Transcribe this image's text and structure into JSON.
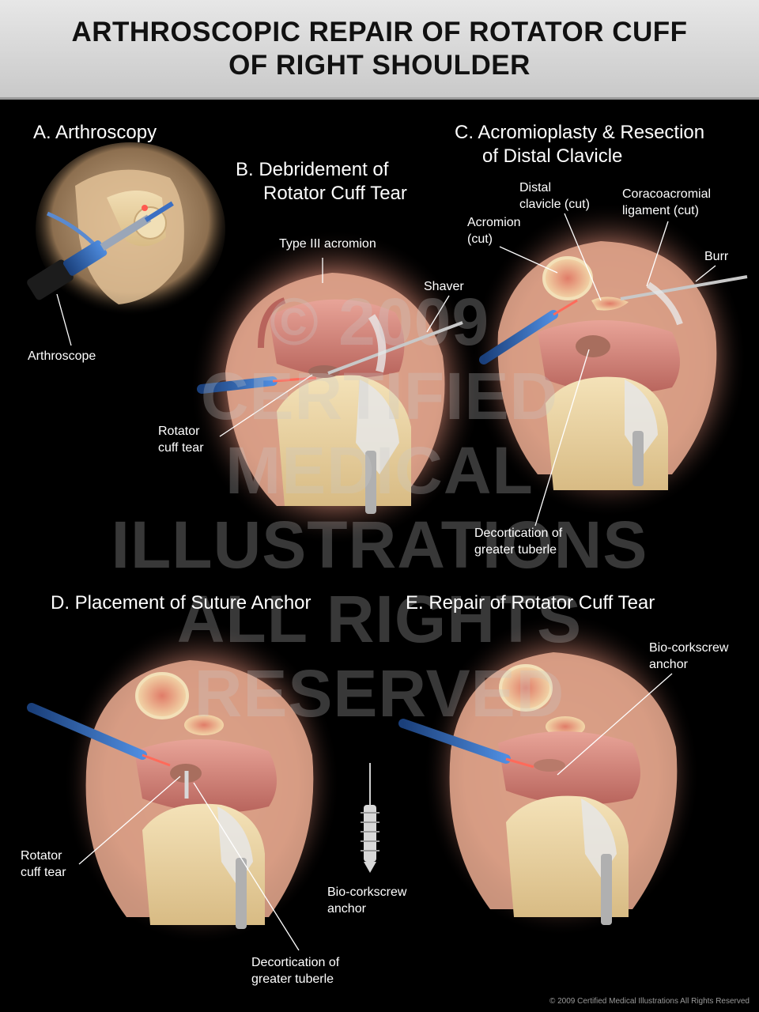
{
  "header": {
    "title_line1": "ARTHROSCOPIC REPAIR OF ROTATOR CUFF",
    "title_line2": "OF RIGHT SHOULDER"
  },
  "sections": {
    "a": {
      "title": "A. Arthroscopy",
      "labels": {
        "arthroscope": "Arthroscope"
      }
    },
    "b": {
      "title_line1": "B. Debridement of",
      "title_line2": "Rotator Cuff Tear",
      "labels": {
        "type_iii_acromion": "Type III acromion",
        "shaver": "Shaver",
        "rotator_cuff_tear_line1": "Rotator",
        "rotator_cuff_tear_line2": "cuff tear"
      }
    },
    "c": {
      "title_line1": "C. Acromioplasty & Resection",
      "title_line2": "of Distal Clavicle",
      "labels": {
        "distal_clavicle_line1": "Distal",
        "distal_clavicle_line2": "clavicle (cut)",
        "coracoacromial_line1": "Coracoacromial",
        "coracoacromial_line2": "ligament (cut)",
        "acromion_line1": "Acromion",
        "acromion_line2": "(cut)",
        "burr": "Burr",
        "decortication_line1": "Decortication of",
        "decortication_line2": "greater tuberle"
      }
    },
    "d": {
      "title": "D. Placement of Suture Anchor",
      "labels": {
        "rotator_cuff_tear_line1": "Rotator",
        "rotator_cuff_tear_line2": "cuff tear",
        "bio_corkscrew_line1": "Bio-corkscrew",
        "bio_corkscrew_line2": "anchor",
        "decortication_line1": "Decortication of",
        "decortication_line2": "greater tuberle"
      }
    },
    "e": {
      "title": "E. Repair of Rotator Cuff Tear",
      "labels": {
        "bio_corkscrew_line1": "Bio-corkscrew",
        "bio_corkscrew_line2": "anchor"
      }
    }
  },
  "watermark": {
    "line1": "© 2009",
    "line2": "CERTIFIED",
    "line3": "MEDICAL",
    "line4": "ILLUSTRATIONS",
    "line5": "ALL RIGHTS",
    "line6": "RESERVED"
  },
  "footer": {
    "copyright": "© 2009 Certified Medical Illustrations All Rights Reserved"
  },
  "colors": {
    "background": "#000000",
    "header_bg": "#d6d6d6",
    "skin": "#d9b48c",
    "bone": "#efd9a8",
    "muscle": "#d98a80",
    "scope_blue": "#2a5aa8",
    "tendon": "#e8e8e8"
  }
}
